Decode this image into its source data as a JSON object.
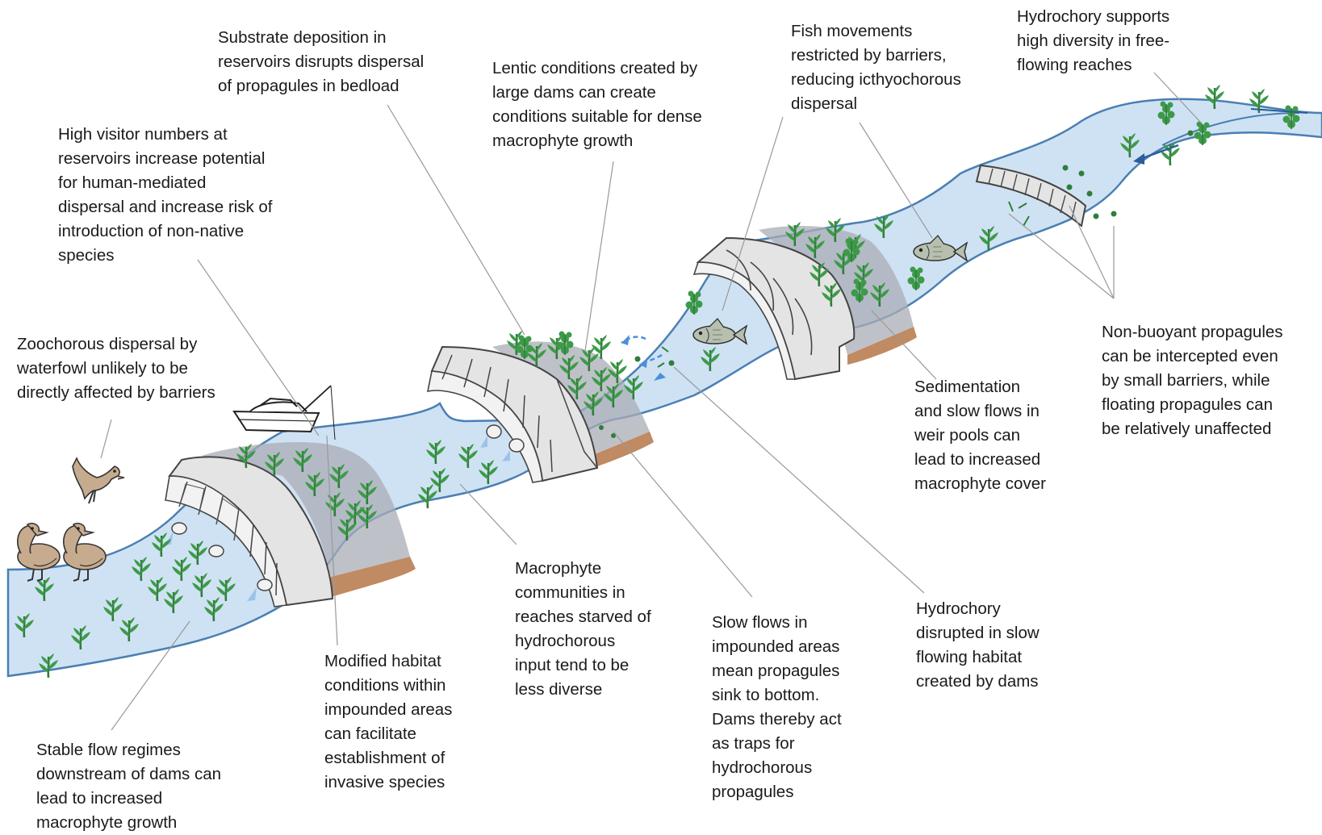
{
  "labels": {
    "substrate": [
      "Substrate deposition in",
      "reservoirs disrupts dispersal",
      "of propagules in bedload"
    ],
    "visitors": [
      "High visitor numbers at",
      "reservoirs increase potential",
      "for human-mediated",
      "dispersal and increase risk of",
      "introduction of non-native",
      "species"
    ],
    "zoochorous": [
      "Zoochorous dispersal by",
      "waterfowl unlikely to be",
      "directly affected by barriers"
    ],
    "lentic": [
      "Lentic conditions created by",
      "large dams can create",
      "conditions suitable for dense",
      "macrophyte growth"
    ],
    "fish": [
      "Fish movements",
      "restricted by barriers,",
      "reducing icthyochorous",
      "dispersal"
    ],
    "hydro_free": [
      "Hydrochory supports",
      "high diversity in free-",
      "flowing reaches"
    ],
    "nonbuoyant": [
      "Non-buoyant propagules",
      "can be intercepted even",
      "by small barriers, while",
      "floating propagules can",
      "be relatively unaffected"
    ],
    "sedimentation": [
      "Sedimentation",
      "and slow flows in",
      "weir pools can",
      "lead to increased",
      "macrophyte cover"
    ],
    "hydro_disrupt": [
      "Hydrochory",
      "disrupted in slow",
      "flowing habitat",
      "created by dams"
    ],
    "slowflows": [
      "Slow flows in",
      "impounded areas",
      "mean propagules",
      "sink to bottom.",
      "Dams thereby act",
      "as traps for",
      "hydrochorous",
      "propagules"
    ],
    "starved": [
      "Macrophyte",
      "communities in",
      "reaches starved of",
      "hydrochorous",
      "input tend to be",
      "less diverse"
    ],
    "modified": [
      "Modified habitat",
      "conditions within",
      "impounded areas",
      "can facilitate",
      "establishment of",
      "invasive species"
    ],
    "stable": [
      "Stable flow regimes",
      "downstream of dams can",
      "lead to increased",
      "macrophyte growth"
    ]
  },
  "colors": {
    "water": "#cfe2f3",
    "water_edge": "#4a7fb3",
    "plant": "#3d9a48",
    "dam": "#e4e4e4",
    "sediment": "#c08a62",
    "arrow": "#4a90d9",
    "bird": "#c7ab8e"
  },
  "icons": [
    "duck-icon",
    "boat-icon",
    "fish-icon",
    "plant-icon",
    "propagule-icon"
  ]
}
